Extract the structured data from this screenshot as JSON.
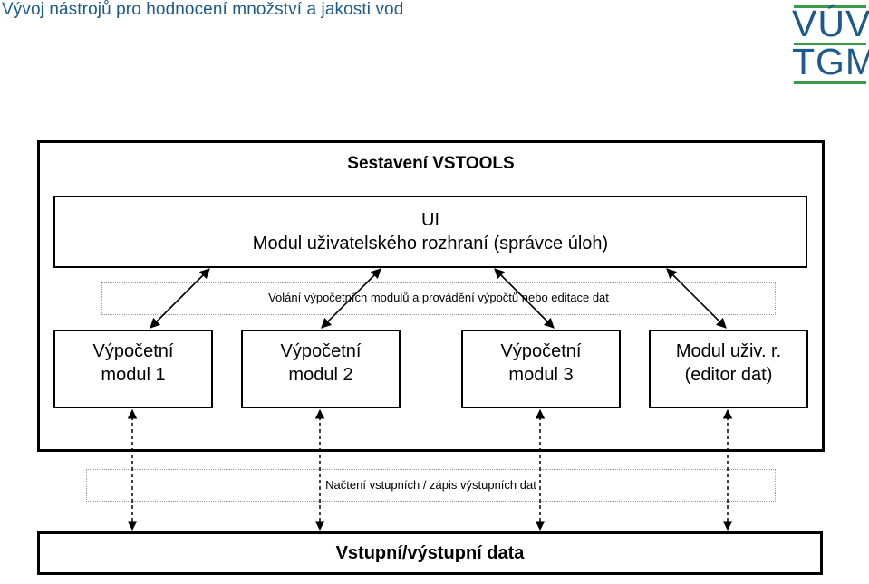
{
  "slide_title": "Vývoj nástrojů pro hodnocení množství a jakosti vod",
  "logo": {
    "line1": "VÚV",
    "line2": "TGM"
  },
  "diagram": {
    "outer_title": "Sestavení VSTOOLS",
    "ui_box": {
      "line1": "UI",
      "line2": "Modul uživatelského rozhraní (správce úloh)"
    },
    "strip_calls": "Volání výpočetních modulů a provádění výpočtů nebo editace dat",
    "modules": [
      {
        "line1": "Výpočetní",
        "line2": "modul 1"
      },
      {
        "line1": "Výpočetní",
        "line2": "modul 2"
      },
      {
        "line1": "Výpočetní",
        "line2": "modul 3"
      },
      {
        "line1": "Modul uživ. r.",
        "line2": "(editor dat)"
      }
    ],
    "strip_io": "Načtení vstupních / zápis výstupních dat",
    "io_box": "Vstupní/výstupní data"
  },
  "colors": {
    "title": "#1c5a8c",
    "logo_bar": "#3a9a4a",
    "border": "#000000"
  }
}
